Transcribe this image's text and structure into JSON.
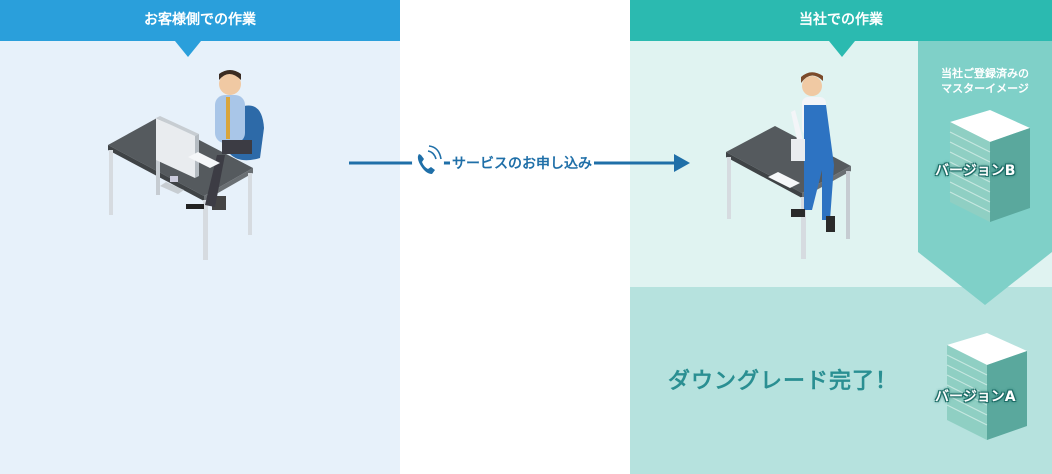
{
  "customer": {
    "header": "お客様側での作業",
    "header_color": "#2a9fdb",
    "panel_color": "#e7f1fa"
  },
  "company": {
    "header": "当社での作業",
    "header_color": "#2bbab0",
    "master_label_line1": "当社ご登録済みの",
    "master_label_line2": "マスターイメージ",
    "done_label": "ダウングレード完了！"
  },
  "flow": {
    "service_label": "サービスのお申し込み",
    "icon": "phone-icon"
  },
  "versions": {
    "upper": "バージョンB",
    "lower": "バージョンA"
  }
}
